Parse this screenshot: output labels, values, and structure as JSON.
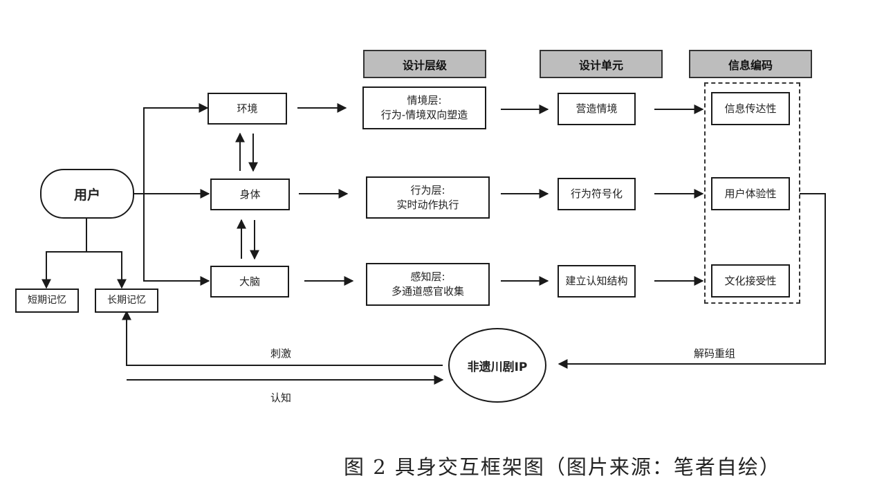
{
  "headers": {
    "design_level": "设计层级",
    "design_unit": "设计单元",
    "info_encoding": "信息编码"
  },
  "user": "用户",
  "memory": {
    "short": "短期记忆",
    "long": "长期记忆"
  },
  "body_nodes": {
    "environment": "环境",
    "body": "身体",
    "brain": "大脑"
  },
  "levels": [
    {
      "line1": "情境层:",
      "line2": "行为-情境双向塑造"
    },
    {
      "line1": "行为层:",
      "line2": "实时动作执行"
    },
    {
      "line1": "感知层:",
      "line2": "多通道感官收集"
    }
  ],
  "units": [
    "营造情境",
    "行为符号化",
    "建立认知结构"
  ],
  "encodings": [
    "信息传达性",
    "用户体验性",
    "文化接受性"
  ],
  "ip": "非遗川剧IP",
  "edge_labels": {
    "stimulus": "刺激",
    "cognition": "认知",
    "decode": "解码重组"
  },
  "caption": "图 2 具身交互框架图（图片来源：笔者自绘）"
}
